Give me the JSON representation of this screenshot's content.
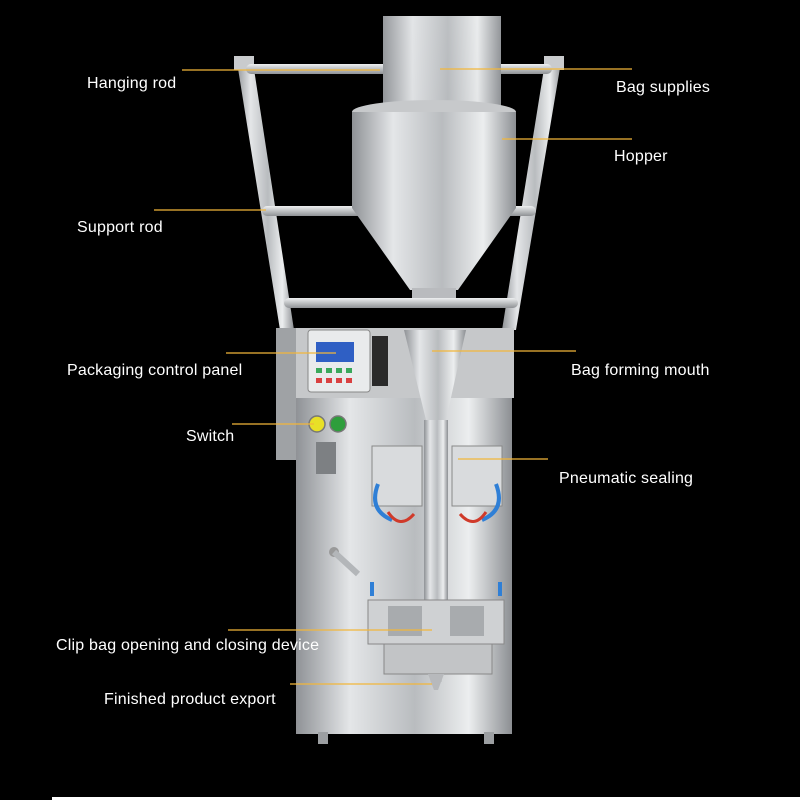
{
  "labels": {
    "hanging_rod": "Hanging rod",
    "bag_supplies": "Bag supplies",
    "hopper": "Hopper",
    "support_rod": "Support rod",
    "packaging_control_panel": "Packaging control panel",
    "bag_forming_mouth": "Bag forming mouth",
    "switch": "Switch",
    "pneumatic_sealing": "Pneumatic sealing",
    "clip_bag_device": "Clip bag opening and closing device",
    "finished_product_export": "Finished product export"
  },
  "colors": {
    "background": "#000000",
    "leader_line": "#f2b63a",
    "label_text": "#ffffff"
  }
}
